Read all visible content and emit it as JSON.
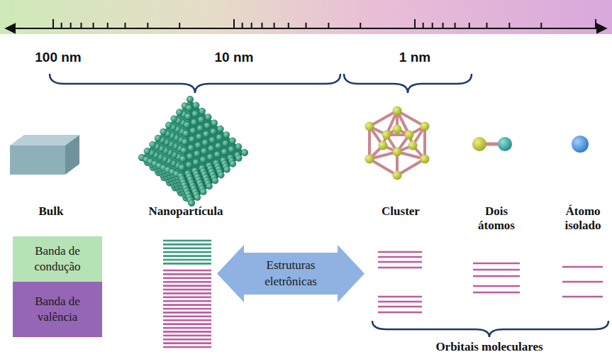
{
  "diagram": {
    "nodes": [
      {
        "text": [
          "Banda de condução"
        ]
      },
      {
        "text": [
          "Banda de valência"
        ]
      },
      {
        "text": [
          "Estruturas eletrônicas"
        ]
      }
    ],
    "labels": [
      "100 nm",
      "10 nm",
      "1 nm",
      "Bulk",
      "Nanopartícula",
      "Cluster",
      "Dois átomos",
      "Átomo isolado",
      "Orbitais moleculares"
    ]
  }
}
